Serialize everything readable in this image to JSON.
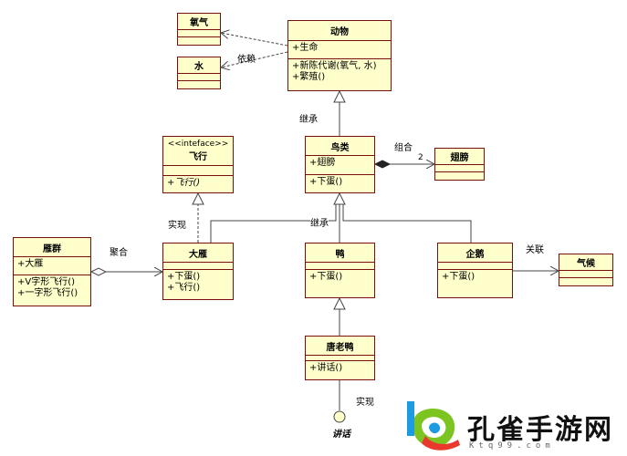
{
  "classes": {
    "oxygen": {
      "name": "氧气"
    },
    "water": {
      "name": "水"
    },
    "animal": {
      "name": "动物",
      "attributes": [
        "+生命"
      ],
      "methods": [
        "+新陈代谢(氧气, 水)",
        "+繁殖()"
      ]
    },
    "bird": {
      "name": "鸟类",
      "attributes": [
        "+翅膀"
      ],
      "methods": [
        "+下蛋()"
      ]
    },
    "wing": {
      "name": "翅膀"
    },
    "fly": {
      "stereotype": "<<inteface>>",
      "name": "飞行",
      "methods": [
        "+飞行()"
      ]
    },
    "flock": {
      "name": "雁群",
      "attributes": [
        "+大雁"
      ],
      "methods": [
        "+V字形飞行()",
        "+一字形飞行()"
      ]
    },
    "goose": {
      "name": "大雁",
      "methods": [
        "+下蛋()",
        "+飞行()"
      ]
    },
    "duck": {
      "name": "鸭",
      "methods": [
        "+下蛋()"
      ]
    },
    "penguin": {
      "name": "企鹅",
      "methods": [
        "+下蛋()"
      ]
    },
    "climate": {
      "name": "气候"
    },
    "donald": {
      "name": "唐老鸭",
      "methods": [
        "+讲话()"
      ]
    }
  },
  "labels": {
    "dependency": "依赖",
    "inherit_top": "继承",
    "composition": "组合",
    "multiplicity": "2",
    "realize_left": "实现",
    "inherit_mid": "继承",
    "aggregation": "聚合",
    "association": "关联",
    "realize_bottom": "实现",
    "speak_interface": "讲话"
  },
  "watermark": {
    "logo": "q-logo-icon",
    "title": "孔雀手游网",
    "url": "Ktq99.com"
  },
  "colors": {
    "class_fill": "#ffffcc",
    "class_border": "#7a0f0f",
    "line": "#444444",
    "logo_blue": "#1c9be0",
    "logo_green": "#7cc41f",
    "logo_red": "#e8392c"
  }
}
